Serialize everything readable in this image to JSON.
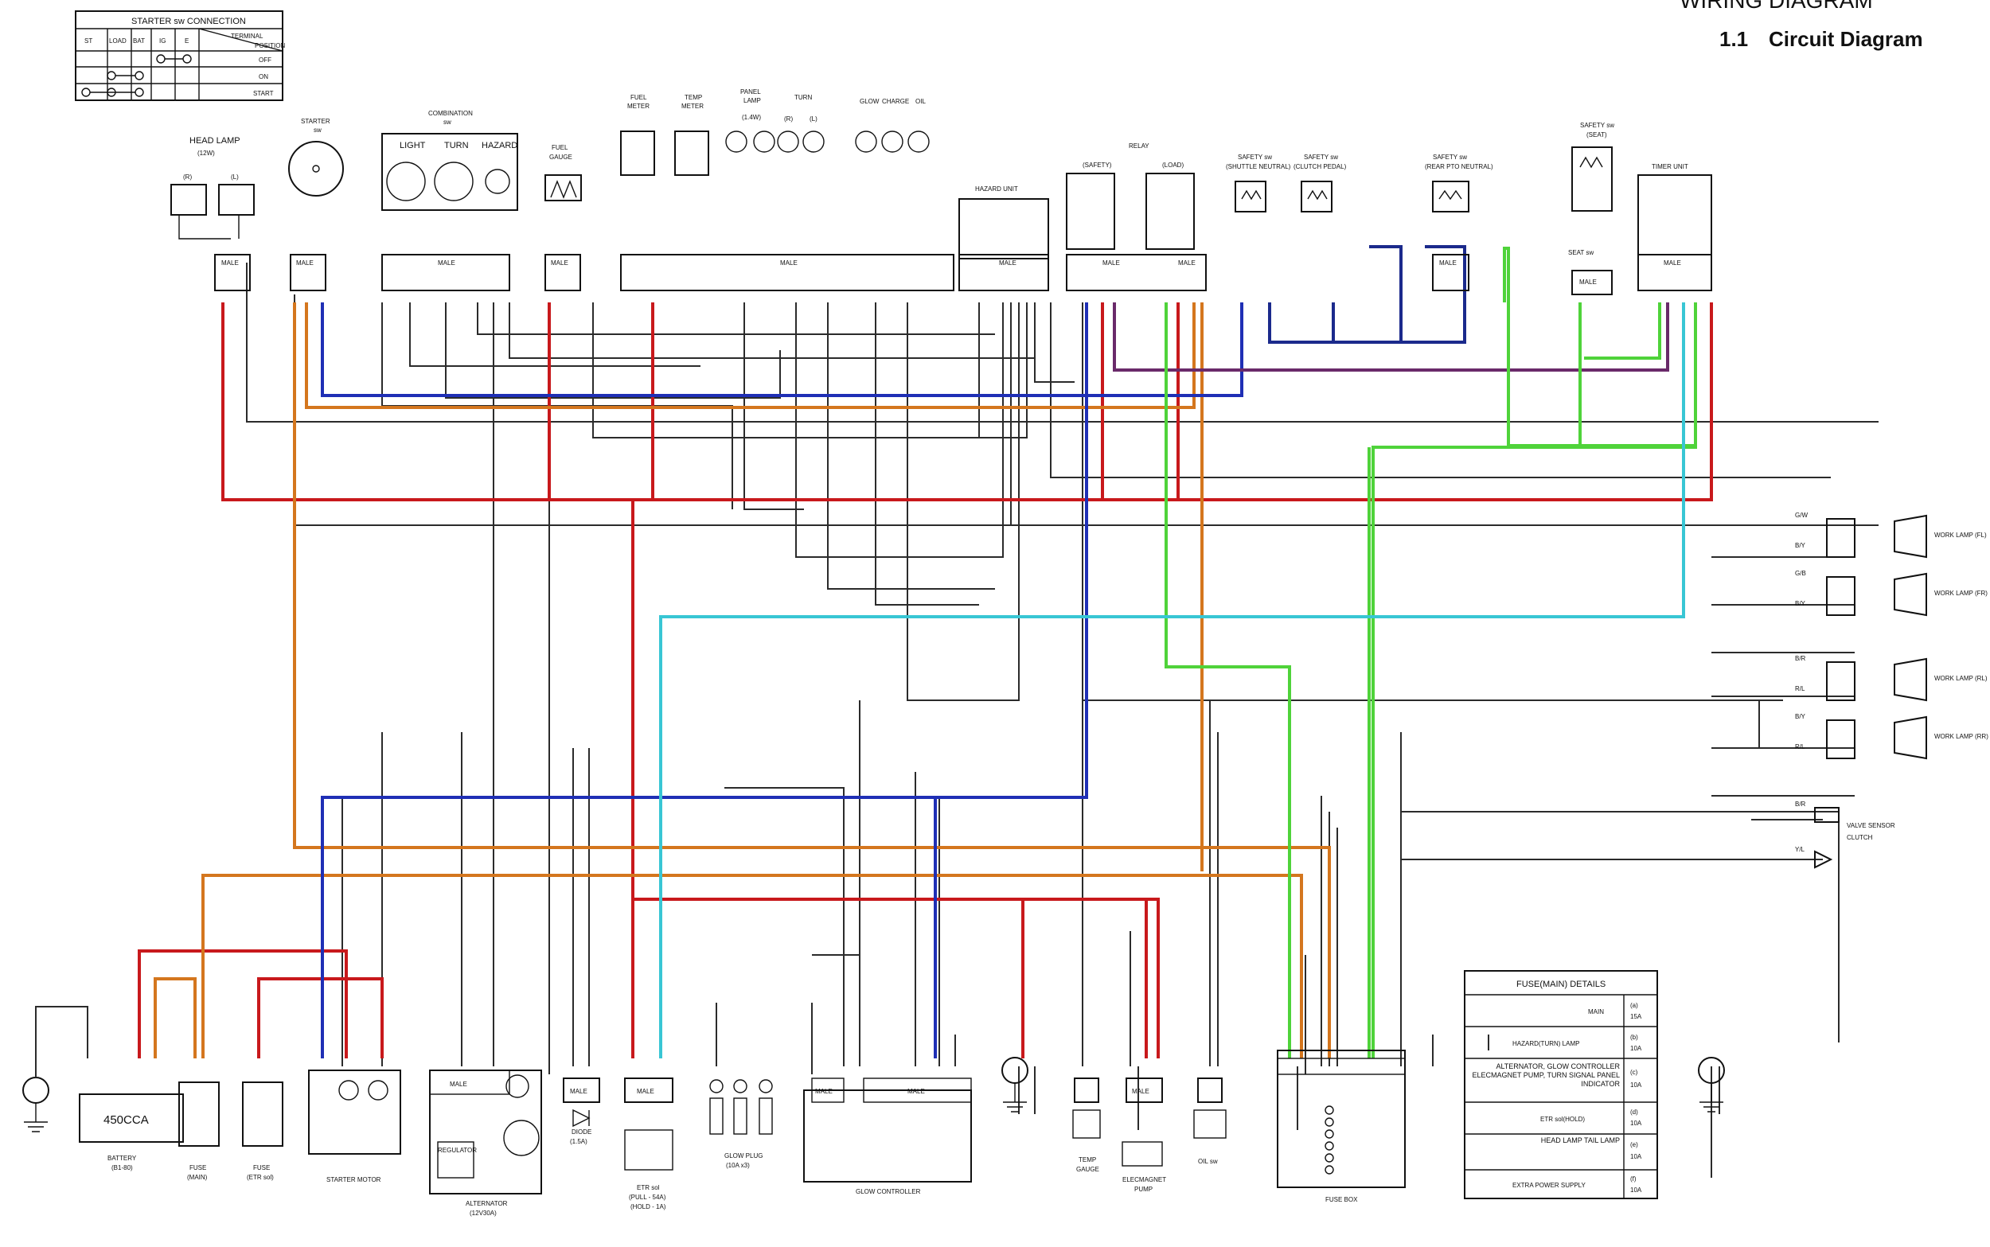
{
  "header": {
    "title_partial": "WIRING DIAGRAM",
    "section_number": "1.1",
    "section_title": "Circuit Diagram"
  },
  "colors": {
    "red": "#c8191c",
    "orange": "#d4761e",
    "blue": "#1f2fb5",
    "green": "#4fd33a",
    "cyan": "#38c6d4",
    "purple": "#6a2a6a",
    "black": "#2b2b2b"
  },
  "starter_table": {
    "title": "STARTER sw CONNECTION",
    "corner_top": "TERMINAL",
    "corner_bottom": "POSITION",
    "columns": [
      "E",
      "IG",
      "BAT",
      "LOAD",
      "ST"
    ],
    "rows": [
      "OFF",
      "ON",
      "START"
    ]
  },
  "top_components": {
    "head_lamp": "HEAD LAMP",
    "head_lamp_w": "(12W)",
    "head_lamp_r": "(R)",
    "head_lamp_l": "(L)",
    "starter_sw": "STARTER",
    "starter_sw2": "sw",
    "combination": "COMBINATION",
    "combination_sw": "sw",
    "light": "LIGHT",
    "turn": "TURN",
    "hazard": "HAZARD",
    "fuel_gauge": "FUEL",
    "fuel_gauge2": "GAUGE",
    "fuel_meter": "FUEL",
    "fuel_meter2": "METER",
    "temp_meter": "TEMP",
    "temp_meter2": "METER",
    "panel_lamp": "PANEL",
    "panel_lamp2": "LAMP",
    "panel_lamp3": "(1.4W)",
    "turn_lamps": "TURN",
    "turn_r": "(R)",
    "turn_l": "(L)",
    "glow": "GLOW",
    "charge": "CHARGE",
    "oil": "OIL",
    "hazard_unit": "HAZARD UNIT",
    "relay": "RELAY",
    "relay_safety": "(SAFETY)",
    "relay_load": "(LOAD)",
    "safety_shuttle": "SAFETY sw",
    "safety_shuttle2": "(SHUTTLE NEUTRAL)",
    "safety_clutch": "SAFETY sw",
    "safety_clutch2": "(CLUTCH PEDAL)",
    "safety_rear": "SAFETY sw",
    "safety_rear2": "(REAR PTO NEUTRAL)",
    "safety_seat": "SAFETY sw",
    "safety_seat2": "(SEAT)",
    "timer_unit": "TIMER UNIT",
    "seat_sw_label": "SEAT sw",
    "male": "MALE"
  },
  "right_components": {
    "work_lamp_fl": "WORK LAMP (FL)",
    "work_lamp_fr": "WORK LAMP (FR)",
    "work_lamp_rl": "WORK LAMP (RL)",
    "work_lamp_rr": "WORK LAMP (RR)",
    "valve_sensor": "VALVE SENSOR",
    "valve_sensor2": "CLUTCH",
    "wire_gw": "G/W",
    "wire_by": "B/Y",
    "wire_gb": "G/B",
    "wire_br": "B/R",
    "wire_rl": "R/L",
    "wire_yl": "Y/L"
  },
  "bottom_components": {
    "battery": "BATTERY",
    "battery_spec": "(B1-80)",
    "battery_cca": "450CCA",
    "fuse_main": "FUSE",
    "fuse_main2": "(MAIN)",
    "fuse_etr": "FUSE",
    "fuse_etr2": "(ETR sol)",
    "starter_motor": "STARTER MOTOR",
    "alternator": "ALTERNATOR",
    "alternator_spec": "(12V30A)",
    "regulator": "REGULATOR",
    "diode": "DIODE",
    "diode_spec": "(1.5A)",
    "etr_sol": "ETR sol",
    "etr_pull": "(PULL - 54A)",
    "etr_hold": "(HOLD - 1A)",
    "glow_plug": "GLOW PLUG",
    "glow_plug_spec": "(10A x3)",
    "glow_controller": "GLOW CONTROLLER",
    "temp_gauge": "TEMP",
    "temp_gauge2": "GAUGE",
    "elecmagnet_pump": "ELECMAGNET",
    "elecmagnet_pump2": "PUMP",
    "oil_sw": "OIL sw",
    "fuse_box": "FUSE BOX",
    "male": "MALE"
  },
  "fuse_details": {
    "title": "FUSE(MAIN) DETAILS",
    "rows": [
      {
        "id": "(a)",
        "amp": "15A",
        "desc": "MAIN"
      },
      {
        "id": "(b)",
        "amp": "10A",
        "desc": "HAZARD(TURN) LAMP"
      },
      {
        "id": "(c)",
        "amp": "10A",
        "desc": "ALTERNATOR, GLOW CONTROLLER ELECMAGNET PUMP, TURN SIGNAL PANEL INDICATOR"
      },
      {
        "id": "(d)",
        "amp": "10A",
        "desc": "ETR sol(HOLD)"
      },
      {
        "id": "(e)",
        "amp": "10A",
        "desc": "HEAD LAMP TAIL LAMP"
      },
      {
        "id": "(f)",
        "amp": "10A",
        "desc": "EXTRA POWER SUPPLY"
      }
    ]
  }
}
